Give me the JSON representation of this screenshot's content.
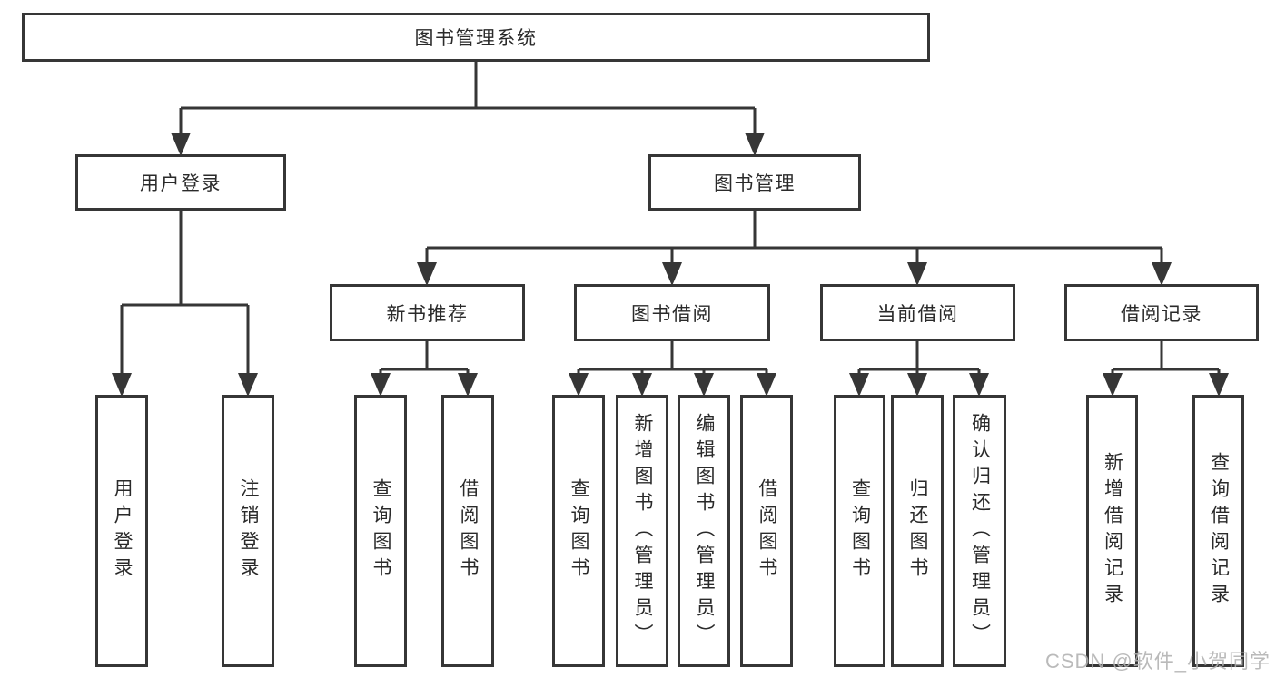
{
  "colors": {
    "line": "#363636",
    "text": "#2a2a2a",
    "box_background": "#ffffff",
    "watermark": "#b0b0b0"
  },
  "watermark": "CSDN @软件_小贺同学",
  "tree": {
    "root": {
      "label": "图书管理系统"
    },
    "branches": [
      {
        "label": "用户登录",
        "children": [
          {
            "label": "用户登录"
          },
          {
            "label": "注销登录"
          }
        ]
      },
      {
        "label": "图书管理",
        "groups": [
          {
            "label": "新书推荐",
            "children": [
              {
                "label": "查询图书"
              },
              {
                "label": "借阅图书"
              }
            ]
          },
          {
            "label": "图书借阅",
            "children": [
              {
                "label": "查询图书"
              },
              {
                "label": "新增图书（管理员）"
              },
              {
                "label": "编辑图书（管理员）"
              },
              {
                "label": "借阅图书"
              }
            ]
          },
          {
            "label": "当前借阅",
            "children": [
              {
                "label": "查询图书"
              },
              {
                "label": "归还图书"
              },
              {
                "label": "确认归还（管理员）"
              }
            ]
          },
          {
            "label": "借阅记录",
            "children": [
              {
                "label": "新增借阅记录"
              },
              {
                "label": "查询借阅记录"
              }
            ]
          }
        ]
      }
    ]
  }
}
